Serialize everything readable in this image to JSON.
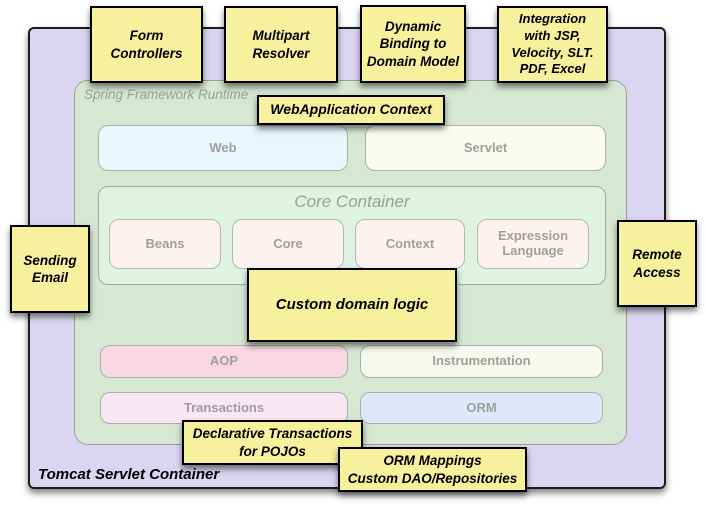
{
  "containers": {
    "tomcat": {
      "label": "Tomcat Servlet Container"
    },
    "runtime": {
      "label": "Spring Framework Runtime"
    }
  },
  "modules": {
    "web": "Web",
    "servlet": "Servlet",
    "core_container": {
      "label": "Core Container",
      "boxes": [
        "Beans",
        "Core",
        "Context",
        "Expression Language"
      ]
    },
    "aop": "AOP",
    "instrumentation": "Instrumentation",
    "transactions": "Transactions",
    "orm": "ORM"
  },
  "notes": {
    "form_controllers": {
      "text": "Form\nControllers"
    },
    "multipart_resolver": {
      "text": "Multipart\nResolver"
    },
    "dynamic_binding": {
      "text": "Dynamic\nBinding to\nDomain Model"
    },
    "integration": {
      "text": "Integration\nwith JSP,\nVelocity, SLT.\nPDF, Excel"
    },
    "webapplication_context": {
      "text": "WebApplication Context"
    },
    "sending_email": {
      "text": "Sending\nEmail"
    },
    "remote_access": {
      "text": "Remote\nAccess"
    },
    "custom_domain_logic": {
      "text": "Custom domain logic"
    },
    "declarative_transactions": {
      "text": "Declarative Transactions\nfor POJOs"
    },
    "orm_mappings": {
      "text": "ORM Mappings\nCustom DAO/Repositories"
    }
  },
  "colors": {
    "note_yellow": "#f7f19e",
    "container_purple": "#dbd5f2",
    "runtime_green": "#d6e8d1",
    "core_mint": "#def3e2",
    "web_cyan": "#e8f7fb",
    "servlet_cream": "#fbfcf1",
    "bean_pink": "#fcf3f0",
    "aop_pink": "#f9d8e2",
    "instrumentation_white_green": "#f6faee",
    "transactions_pink": "#f9e7f1",
    "orm_blue": "#dfe8f8"
  }
}
